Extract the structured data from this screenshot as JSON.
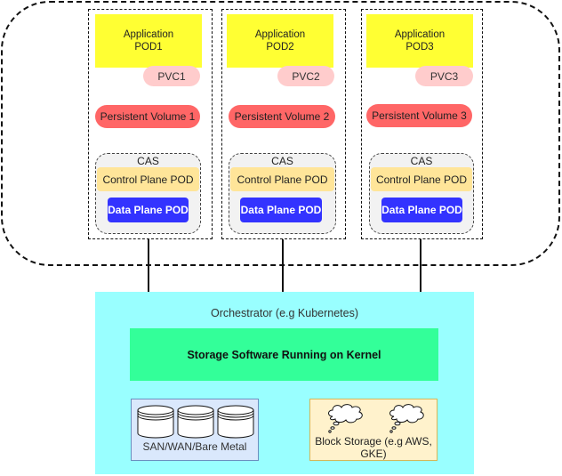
{
  "diagram": {
    "pods": [
      {
        "app_label_line1": "Application",
        "app_label_line2": "POD1",
        "pvc": "PVC1",
        "pv": "Persistent Volume 1",
        "cas_label": "CAS",
        "control_plane": "Control Plane POD",
        "data_plane": "Data Plane POD"
      },
      {
        "app_label_line1": "Application",
        "app_label_line2": "POD2",
        "pvc": "PVC2",
        "pv": "Persistent Volume 2",
        "cas_label": "CAS",
        "control_plane": "Control Plane POD",
        "data_plane": "Data Plane POD"
      },
      {
        "app_label_line1": "Application",
        "app_label_line2": "POD3",
        "pvc": "PVC3",
        "pv": "Persistent Volume 3",
        "cas_label": "CAS",
        "control_plane": "Control Plane POD",
        "data_plane": "Data Plane POD"
      }
    ],
    "orchestrator": {
      "label": "Orchestrator (e.g Kubernetes)",
      "kernel_label": "Storage Software Running on Kernel",
      "san": {
        "label": "SAN/WAN/Bare Metal",
        "icon": "disk-cylinder-icon",
        "icon_count": 3
      },
      "block_storage": {
        "label_line1": "Block Storage (e.g AWS,",
        "label_line2": "GKE)",
        "icon": "cloud-icon",
        "icon_count": 2
      }
    },
    "colors": {
      "app_pod": "#ffff33",
      "pvc": "#ffcccc",
      "persistent_volume": "#ff6666",
      "control_plane": "#ffe599",
      "data_plane": "#3333ff",
      "orchestrator": "#99ffff",
      "kernel": "#33ff99",
      "san_box": "#dae8fc",
      "block_box": "#fff2cc"
    }
  }
}
